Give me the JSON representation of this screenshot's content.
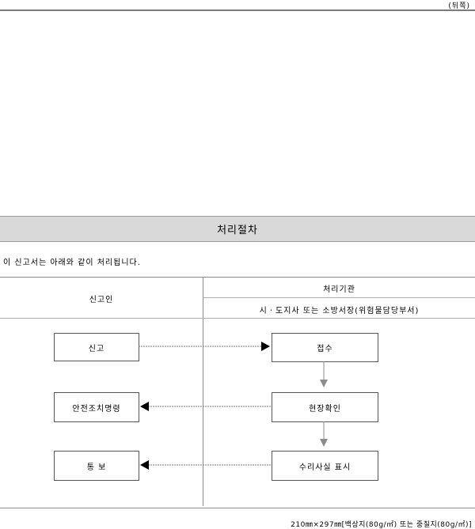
{
  "page": {
    "back_label": "(뒤쪽)"
  },
  "procedure": {
    "title": "처리절차",
    "notice": "이 신고서는 아래와 같이 처리됩니다.",
    "header_left": "신고인",
    "header_right_title": "처리기관",
    "header_right_sub": "시ㆍ도지사 또는 소방서장(위험물담당부서)"
  },
  "steps": {
    "declare": "신고",
    "receive": "접수",
    "safety_order": "안전조치명령",
    "site_check": "현장확인",
    "notify": "통 보",
    "repair_mark": "수리사실 표시"
  },
  "footer": "210㎜×297㎜[백상지(80g/㎡) 또는 중질지(80g/㎡)]",
  "colors": {
    "title_bar": "#d9d9d9",
    "arrow_gray": "#8c8c8c",
    "rule": "#7a7a7a"
  }
}
